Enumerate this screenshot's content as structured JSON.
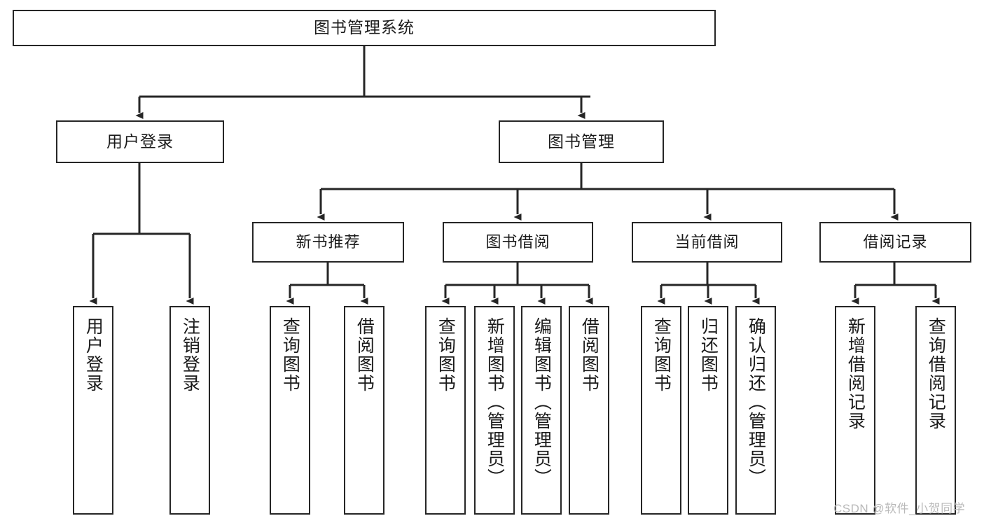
{
  "diagram": {
    "title": "图书管理系统",
    "type": "tree-hierarchy-diagram",
    "colors": {
      "box_border": "#262626",
      "box_fill": "#ffffff",
      "connector": "#262626",
      "text": "#1a1a1a",
      "watermark": "#b9b9b9",
      "background": "#ffffff"
    },
    "root": {
      "label": "图书管理系统"
    },
    "level2": [
      {
        "label": "用户登录"
      },
      {
        "label": "图书管理"
      }
    ],
    "level3": [
      {
        "label": "新书推荐"
      },
      {
        "label": "图书借阅"
      },
      {
        "label": "当前借阅"
      },
      {
        "label": "借阅记录"
      }
    ],
    "leaves": {
      "user_login": [
        {
          "label": "用户登录"
        },
        {
          "label": "注销登录"
        }
      ],
      "new_book_recommend": [
        {
          "label": "查询图书"
        },
        {
          "label": "借阅图书"
        }
      ],
      "book_borrow": [
        {
          "label": "查询图书"
        },
        {
          "label": "新增图书（管理员）"
        },
        {
          "label": "编辑图书（管理员）"
        },
        {
          "label": "借阅图书"
        }
      ],
      "current_borrow": [
        {
          "label": "查询图书"
        },
        {
          "label": "归还图书"
        },
        {
          "label": "确认归还（管理员）"
        }
      ],
      "borrow_record": [
        {
          "label": "新增借阅记录"
        },
        {
          "label": "查询借阅记录"
        }
      ]
    },
    "watermark": "CSDN @软件_小贺同学"
  }
}
